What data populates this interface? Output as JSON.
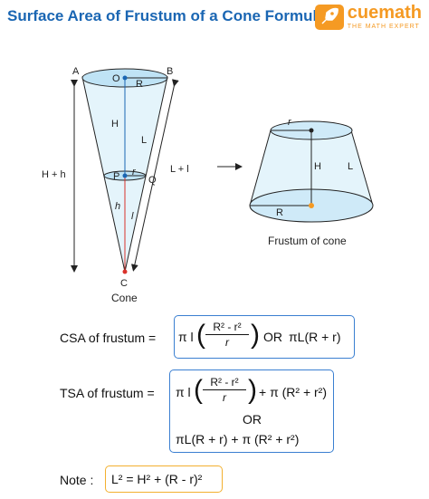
{
  "title": "Surface Area of Frustum of a Cone Formulas",
  "logo": {
    "name": "cuemath",
    "tagline": "THE MATH EXPERT"
  },
  "cone_labels": {
    "A": "A",
    "B": "B",
    "O": "O",
    "R": "R",
    "H": "H",
    "L": "L",
    "P": "P",
    "r": "r",
    "Q": "Q",
    "h": "h",
    "l": "l",
    "C": "C",
    "H_plus_h": "H + h",
    "L_plus_l": "L + l",
    "caption": "Cone"
  },
  "frustum_labels": {
    "r": "r",
    "H": "H",
    "L": "L",
    "R": "R",
    "caption": "Frustum of cone"
  },
  "csa": {
    "label": "CSA of frustum =",
    "pi_l": "π l",
    "num": "R² - r²",
    "den": "r",
    "or": "OR",
    "alt": "πL(R + r)"
  },
  "tsa": {
    "label": "TSA of frustum =",
    "pi_l": "π l",
    "num": "R² - r²",
    "den": "r",
    "plus": "+ π (R² + r²)",
    "or": "OR",
    "alt": "πL(R + r) + π (R² + r²)"
  },
  "note": {
    "label": "Note :",
    "formula": "L² = H² + (R - r)²"
  },
  "colors": {
    "title": "#1a66b3",
    "box": "#3a7fd1",
    "note_box": "#f3b02f",
    "fill": "#cfeaf8",
    "accent": "#f59a23"
  }
}
